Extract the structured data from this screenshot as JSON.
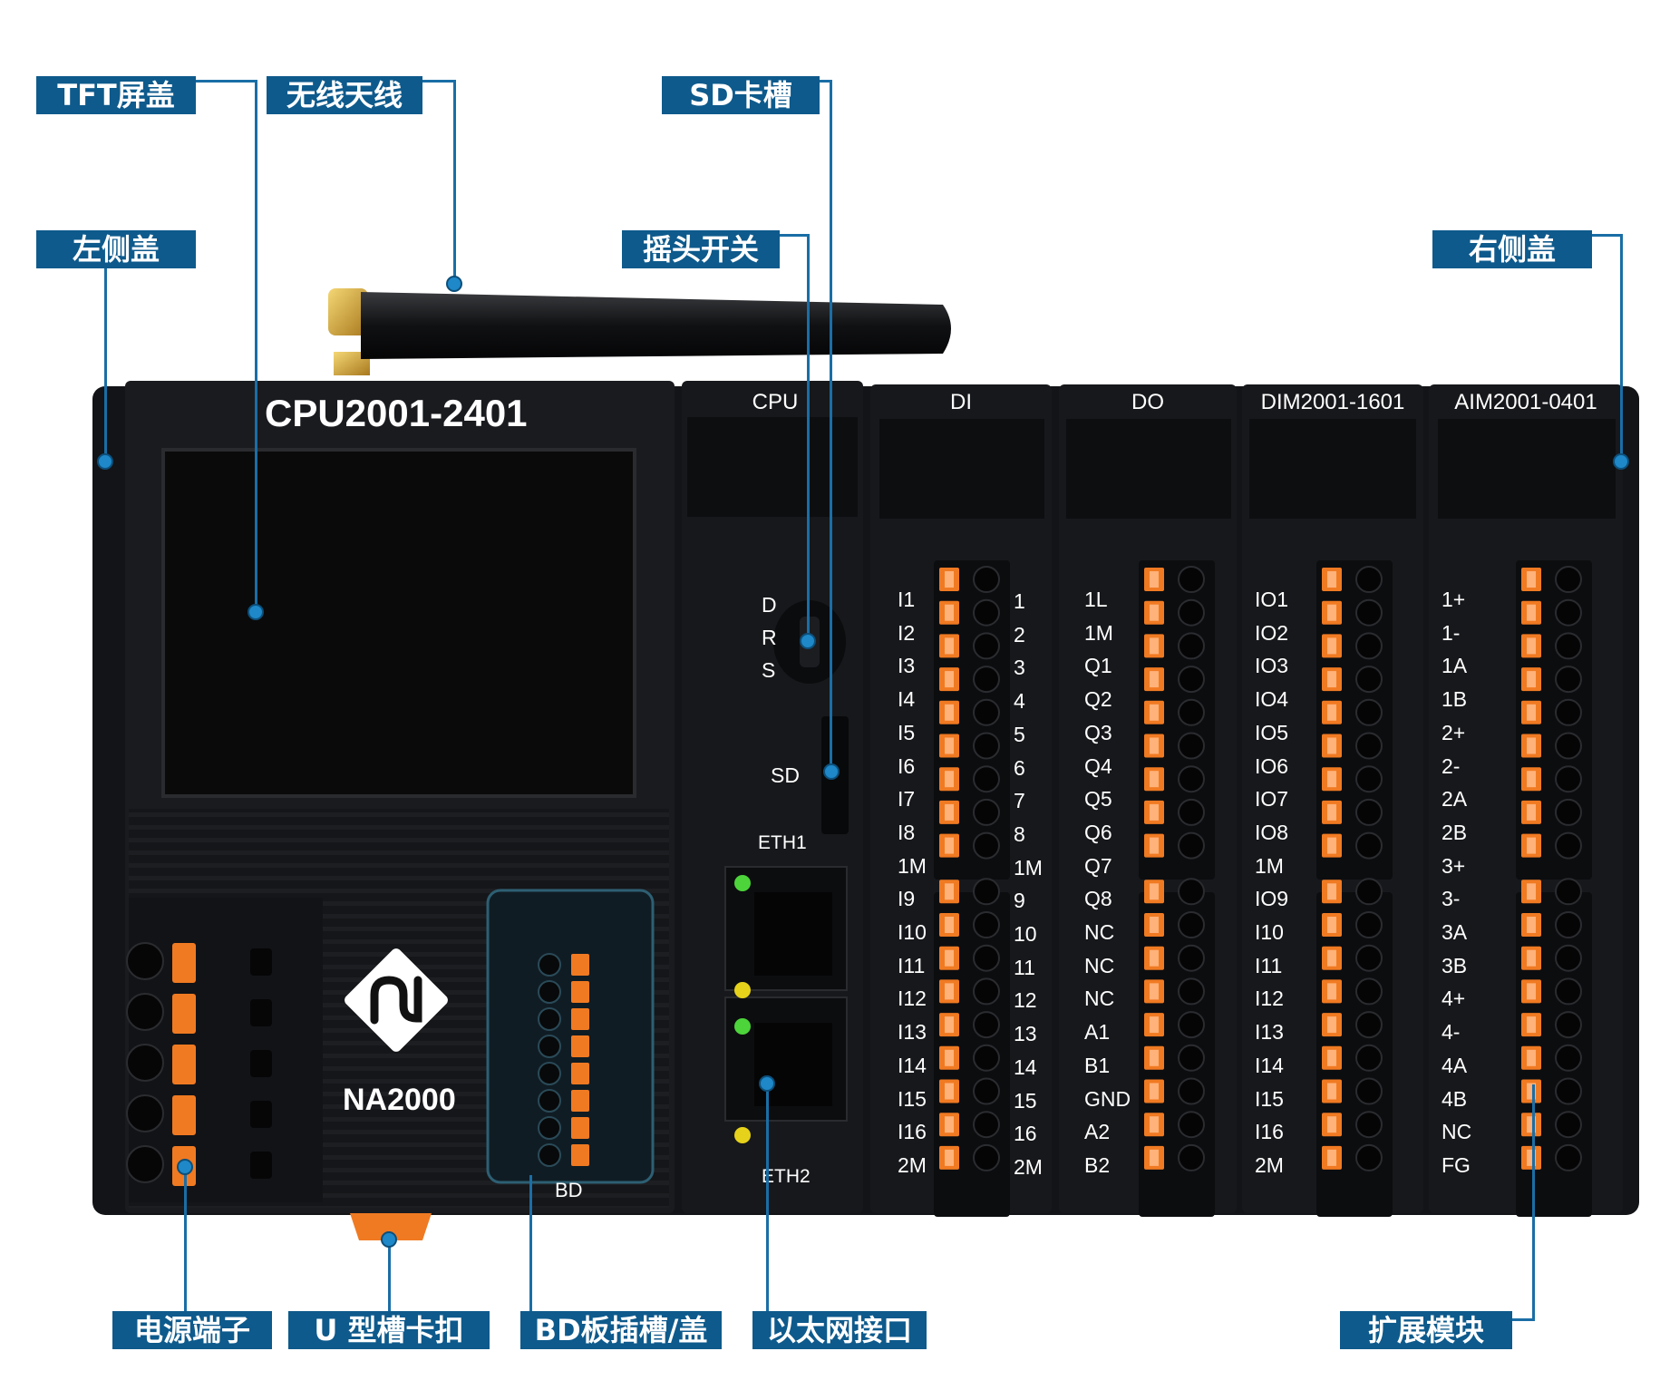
{
  "callouts": {
    "tft": "TFT屏盖",
    "antenna": "无线天线",
    "sd_slot": "SD卡槽",
    "left_cover": "左侧盖",
    "rocker": "摇头开关",
    "right_cover": "右侧盖",
    "power": "电源端子",
    "u_clip": "U 型槽卡扣",
    "bd_slot": "BD板插槽/盖",
    "ethernet": "以太网接口",
    "expansion": "扩展模块"
  },
  "device": {
    "cpu_model": "CPU2001-2401",
    "brand": "NA2000",
    "bd": "BD",
    "cpu_title": "CPU",
    "switch_labels": [
      "D",
      "R",
      "S"
    ],
    "sd_label": "SD",
    "eth1": "ETH1",
    "eth2": "ETH2"
  },
  "modules": [
    {
      "title": "DI",
      "left": [
        "I1",
        "I2",
        "I3",
        "I4",
        "I5",
        "I6",
        "I7",
        "I8",
        "1M",
        "I9",
        "I10",
        "I11",
        "I12",
        "I13",
        "I14",
        "I15",
        "I16",
        "2M"
      ],
      "right": [
        "1",
        "2",
        "3",
        "4",
        "5",
        "6",
        "7",
        "8",
        "1M",
        "9",
        "10",
        "11",
        "12",
        "13",
        "14",
        "15",
        "16",
        "2M"
      ]
    },
    {
      "title": "DO",
      "left": [
        "1L",
        "1M",
        "Q1",
        "Q2",
        "Q3",
        "Q4",
        "Q5",
        "Q6",
        "Q7",
        "Q8",
        "NC",
        "NC",
        "NC",
        "A1",
        "B1",
        "GND",
        "A2",
        "B2"
      ],
      "right": []
    },
    {
      "title": "DIM2001-1601",
      "left": [
        "IO1",
        "IO2",
        "IO3",
        "IO4",
        "IO5",
        "IO6",
        "IO7",
        "IO8",
        "1M",
        "IO9",
        "I10",
        "I11",
        "I12",
        "I13",
        "I14",
        "I15",
        "I16",
        "2M"
      ],
      "right": []
    },
    {
      "title": "AIM2001-0401",
      "left": [
        "1+",
        "1-",
        "1A",
        "1B",
        "2+",
        "2-",
        "2A",
        "2B",
        "3+",
        "3-",
        "3A",
        "3B",
        "4+",
        "4-",
        "4A",
        "4B",
        "NC",
        "FG"
      ],
      "right": []
    }
  ],
  "colors": {
    "label_bg": "#0e5a8c",
    "dot": "#1e88c8",
    "terminal_orange": "#f07a22",
    "device_body": "#16171a",
    "led_green": "#4cd43a",
    "led_yellow": "#e6d21a"
  }
}
